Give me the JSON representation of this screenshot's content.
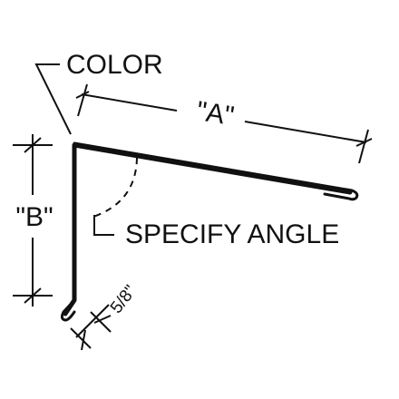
{
  "labels": {
    "color": "COLOR",
    "dim_a": "\"A\"",
    "dim_b": "\"B\"",
    "angle": "SPECIFY ANGLE",
    "hem": "5/8\""
  },
  "colors": {
    "profile": "#111111",
    "dimension": "#111111",
    "background": "#ffffff"
  }
}
